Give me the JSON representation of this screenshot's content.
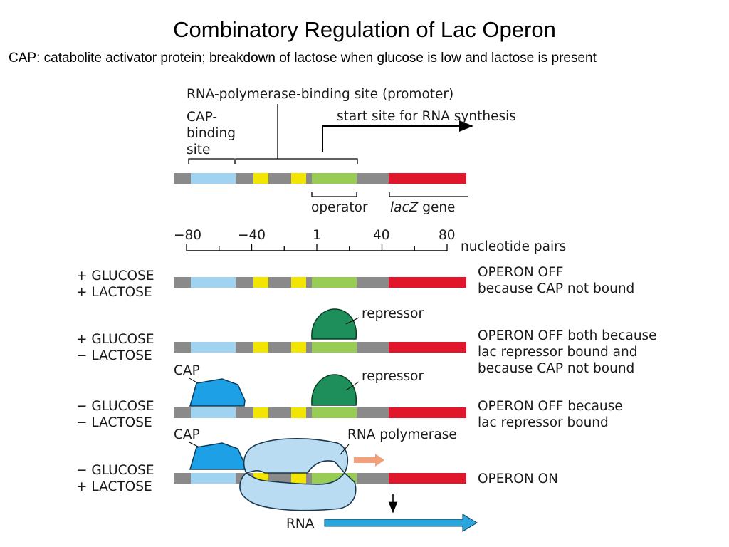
{
  "title": "Combinatory Regulation of Lac Operon",
  "subtitle": "CAP: catabolite activator protein; breakdown of lactose when glucose is low and lactose is present",
  "map": {
    "promoter_label": "RNA-polymerase-binding site (promoter)",
    "cap_site_label": [
      "CAP-",
      "binding",
      "site"
    ],
    "start_site_label": "start site for RNA synthesis",
    "operator_label": "operator",
    "lacz_label_italic": "lacZ",
    "lacz_label_rest": " gene"
  },
  "scale": {
    "ticks": [
      "−80",
      "−40",
      "1",
      "40",
      "80"
    ],
    "unit_label": "nucleotide pairs"
  },
  "rows": [
    {
      "condition": [
        "+ GLUCOSE",
        "+ LACTOSE"
      ],
      "outcome": [
        "OPERON OFF",
        "because CAP not bound"
      ]
    },
    {
      "condition": [
        "+ GLUCOSE",
        "− LACTOSE"
      ],
      "outcome": [
        "OPERON OFF both because",
        "lac repressor bound and",
        "because CAP not bound"
      ],
      "labels": {
        "repressor": "repressor"
      }
    },
    {
      "condition": [
        "− GLUCOSE",
        "− LACTOSE"
      ],
      "outcome": [
        "OPERON OFF because",
        "lac repressor bound"
      ],
      "labels": {
        "cap": "CAP",
        "repressor": "repressor"
      }
    },
    {
      "condition": [
        "− GLUCOSE",
        "+ LACTOSE"
      ],
      "outcome": [
        "OPERON ON"
      ],
      "labels": {
        "cap": "CAP",
        "polymerase": "RNA polymerase",
        "rna": "RNA"
      }
    }
  ],
  "colors": {
    "dna_gray": "#8a8a8a",
    "cap_site": "#9fd3f0",
    "promoter_box": "#f2e600",
    "operator": "#99cc55",
    "lacz": "#e0162b",
    "repressor": "#1e8f5a",
    "cap_protein": "#1ea0e6",
    "polymerase": "#b9dcf2",
    "rna_arrow": "#2aa6dd",
    "direction_arrow": "#f0a07a"
  }
}
